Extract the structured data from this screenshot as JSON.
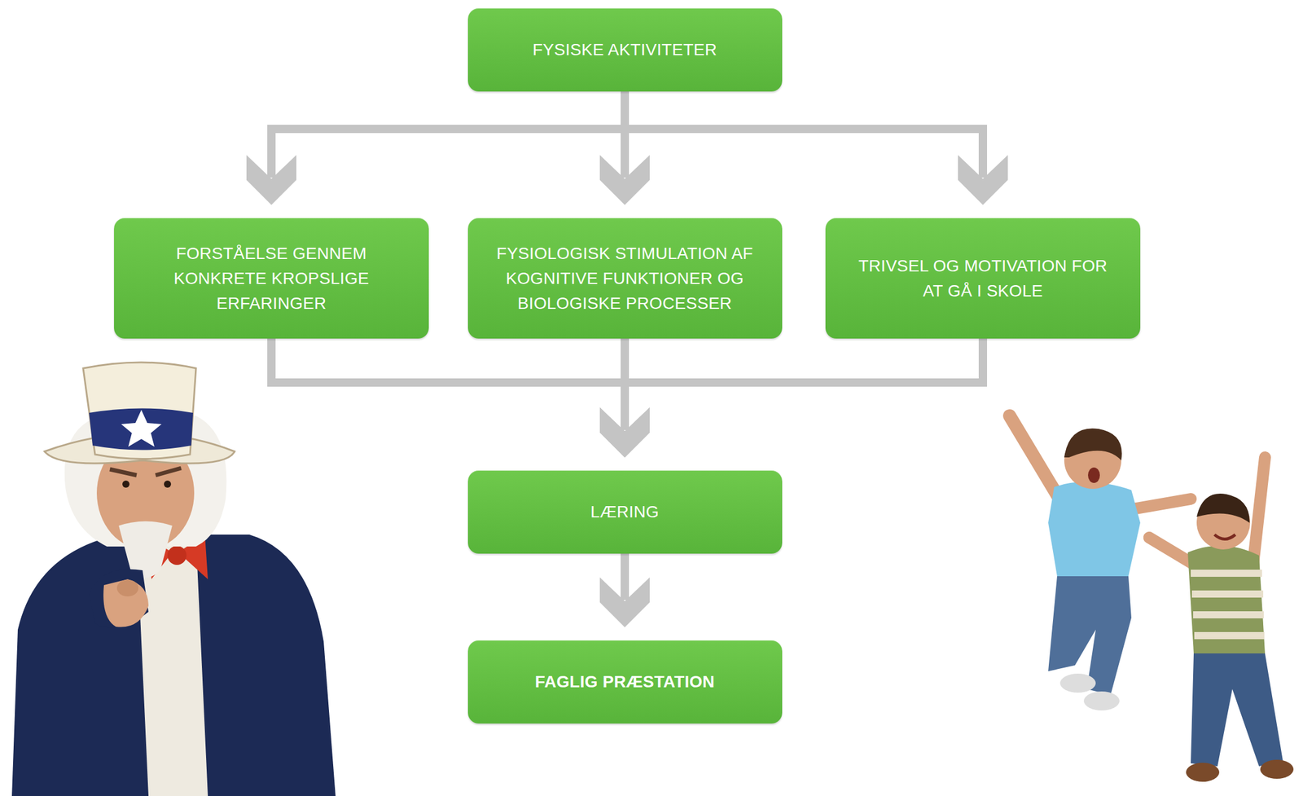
{
  "diagram": {
    "nodes": [
      {
        "text": [
          "FYSISKE AKTIVITETER"
        ]
      },
      {
        "text": [
          "FORSTÅELSE GENNEM KONKRETE KROPSLIGE ERFARINGER"
        ]
      },
      {
        "text": [
          "FYSIOLOGISK STIMULATION AF KOGNITIVE FUNKTIONER OG BIOLOGISKE PROCESSER"
        ]
      },
      {
        "text": [
          "TRIVSEL OG MOTIVATION FOR AT GÅ I SKOLE"
        ]
      },
      {
        "text": [
          "LÆRING"
        ]
      },
      {
        "text": [
          "FAGLIG PRÆSTATION"
        ]
      }
    ],
    "edges": [
      {
        "from": 0,
        "to": 1,
        "arrow": "to"
      },
      {
        "from": 0,
        "to": 2,
        "arrow": "to"
      },
      {
        "from": 0,
        "to": 3,
        "arrow": "to"
      },
      {
        "from": 1,
        "to": 4,
        "arrow": "to"
      },
      {
        "from": 2,
        "to": 4,
        "arrow": "to"
      },
      {
        "from": 3,
        "to": 4,
        "arrow": "to"
      },
      {
        "from": 4,
        "to": 5,
        "arrow": "to"
      }
    ]
  }
}
